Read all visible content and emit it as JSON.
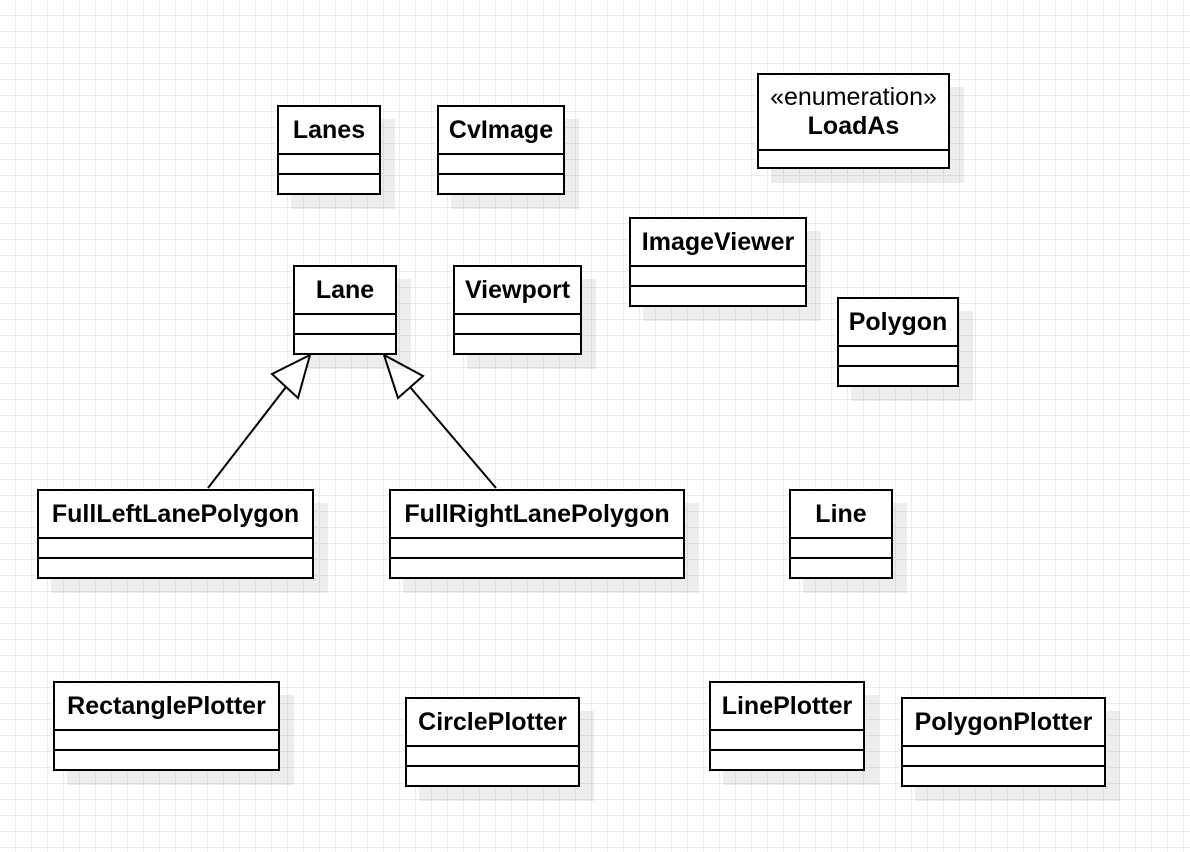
{
  "diagram": {
    "classes": {
      "lanes": {
        "name": "Lanes"
      },
      "cvimage": {
        "name": "CvImage"
      },
      "loadas": {
        "stereotype": "«enumeration»",
        "name": "LoadAs"
      },
      "imageviewer": {
        "name": "ImageViewer"
      },
      "lane": {
        "name": "Lane"
      },
      "viewport": {
        "name": "Viewport"
      },
      "polygon": {
        "name": "Polygon"
      },
      "fullleftlanepolygon": {
        "name": "FullLeftLanePolygon"
      },
      "fullrightlanepolygon": {
        "name": "FullRightLanePolygon"
      },
      "line": {
        "name": "Line"
      },
      "rectangleplotter": {
        "name": "RectanglePlotter"
      },
      "circleplotter": {
        "name": "CirclePlotter"
      },
      "lineplotter": {
        "name": "LinePlotter"
      },
      "polygonplotter": {
        "name": "PolygonPlotter"
      }
    },
    "relations": [
      {
        "type": "generalization",
        "from": "FullLeftLanePolygon",
        "to": "Lane"
      },
      {
        "type": "generalization",
        "from": "FullRightLanePolygon",
        "to": "Lane"
      }
    ]
  }
}
